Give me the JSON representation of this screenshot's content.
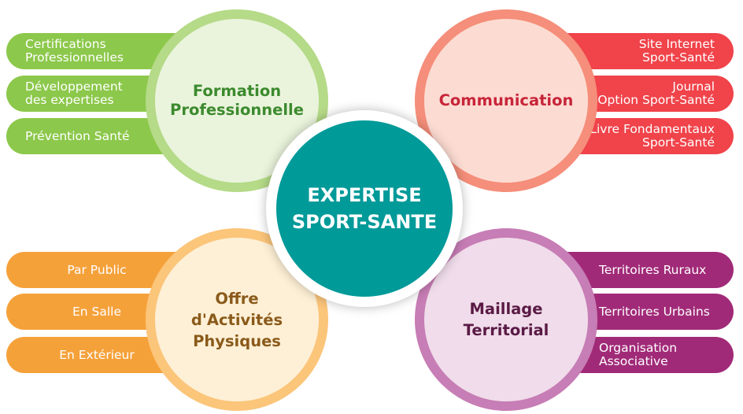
{
  "center": {
    "lines": [
      "EXPERTISE",
      "SPORT-SANTE"
    ]
  },
  "formation": {
    "title": [
      "Formation",
      "Professionnelle"
    ],
    "items": [
      [
        "Certifications",
        "Professionnelles"
      ],
      [
        "Développement",
        "des expertises"
      ],
      [
        "Prévention Santé"
      ]
    ]
  },
  "communication": {
    "title": [
      "Communication"
    ],
    "items": [
      [
        "Site Internet",
        "Sport-Santé"
      ],
      [
        "Journal",
        "Option Sport-Santé"
      ],
      [
        "Livre Fondamentaux",
        "Sport-Santé"
      ]
    ]
  },
  "offre": {
    "title": [
      "Offre",
      "d'Activités",
      "Physiques"
    ],
    "items": [
      [
        "Par Public"
      ],
      [
        "En Salle"
      ],
      [
        "En Extérieur"
      ]
    ]
  },
  "maillage": {
    "title": [
      "Maillage",
      "Territorial"
    ],
    "items": [
      [
        "Territoires Ruraux"
      ],
      [
        "Territoires Urbains"
      ],
      [
        "Organisation",
        "Associative"
      ]
    ]
  },
  "colors": {
    "green": "#8cc84b",
    "red": "#f0434a",
    "orange": "#f5a13a",
    "purple": "#a12a78",
    "teal": "#009a99"
  }
}
